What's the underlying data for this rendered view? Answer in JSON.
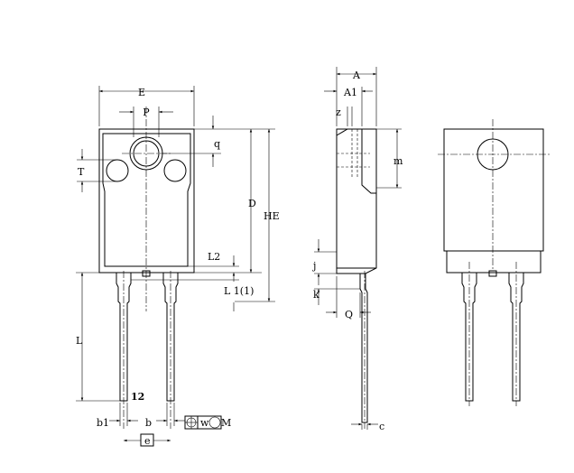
{
  "front_view": {
    "labels": {
      "E": "E",
      "P": "P",
      "q": "q",
      "T": "T",
      "D": "D",
      "HE": "HE",
      "L2": "L2",
      "L1": "L 1(1)",
      "L": "L",
      "pin_numbers": "12",
      "b1": "b1",
      "b": "b",
      "e": "e",
      "w": "w",
      "M": "M"
    }
  },
  "side_view": {
    "labels": {
      "A": "A",
      "A1": "A1",
      "z": "z",
      "m": "m",
      "j": "j",
      "k": "k",
      "Q": "Q",
      "c": "c"
    }
  }
}
